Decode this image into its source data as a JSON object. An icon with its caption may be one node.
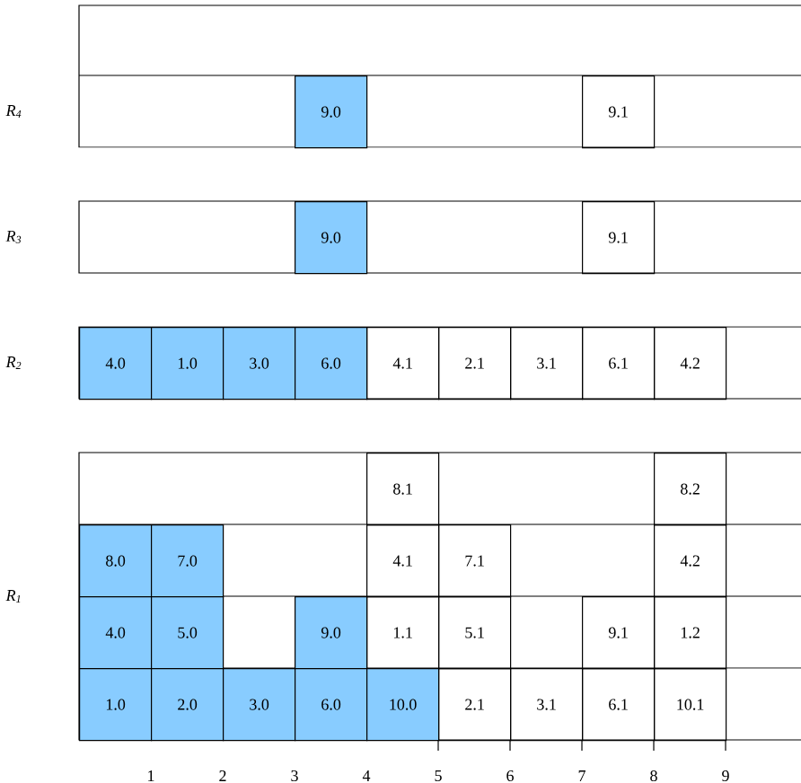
{
  "diagram": {
    "nodes": [
      {
        "text": [
          "9.0"
        ]
      },
      {
        "text": [
          "9.1"
        ]
      },
      {
        "text": [
          "9.0"
        ]
      },
      {
        "text": [
          "9.1"
        ]
      },
      {
        "text": [
          "4.0"
        ]
      },
      {
        "text": [
          "1.0"
        ]
      },
      {
        "text": [
          "3.0"
        ]
      },
      {
        "text": [
          "6.0"
        ]
      },
      {
        "text": [
          "4.1"
        ]
      },
      {
        "text": [
          "2.1"
        ]
      },
      {
        "text": [
          "3.1"
        ]
      },
      {
        "text": [
          "6.1"
        ]
      },
      {
        "text": [
          "4.2"
        ]
      },
      {
        "text": [
          "8.1"
        ]
      },
      {
        "text": [
          "8.2"
        ]
      },
      {
        "text": [
          "8.0"
        ]
      },
      {
        "text": [
          "7.0"
        ]
      },
      {
        "text": [
          "4.1"
        ]
      },
      {
        "text": [
          "7.1"
        ]
      },
      {
        "text": [
          "4.2"
        ]
      },
      {
        "text": [
          "4.0"
        ]
      },
      {
        "text": [
          "5.0"
        ]
      },
      {
        "text": [
          "9.0"
        ]
      },
      {
        "text": [
          "1.1"
        ]
      },
      {
        "text": [
          "5.1"
        ]
      },
      {
        "text": [
          "9.1"
        ]
      },
      {
        "text": [
          "1.2"
        ]
      },
      {
        "text": [
          "1.0"
        ]
      },
      {
        "text": [
          "2.0"
        ]
      },
      {
        "text": [
          "3.0"
        ]
      },
      {
        "text": [
          "6.0"
        ]
      },
      {
        "text": [
          "10.0"
        ]
      },
      {
        "text": [
          "2.1"
        ]
      },
      {
        "text": [
          "3.1"
        ]
      },
      {
        "text": [
          "6.1"
        ]
      },
      {
        "text": [
          "10.1"
        ]
      }
    ],
    "labels": [
      "R$_{4}$",
      "R$_{3}$",
      "R$_{2}$",
      "R$_{1}$",
      "1",
      "2",
      "3",
      "4",
      "5",
      "6",
      "7",
      "8",
      "9"
    ]
  }
}
